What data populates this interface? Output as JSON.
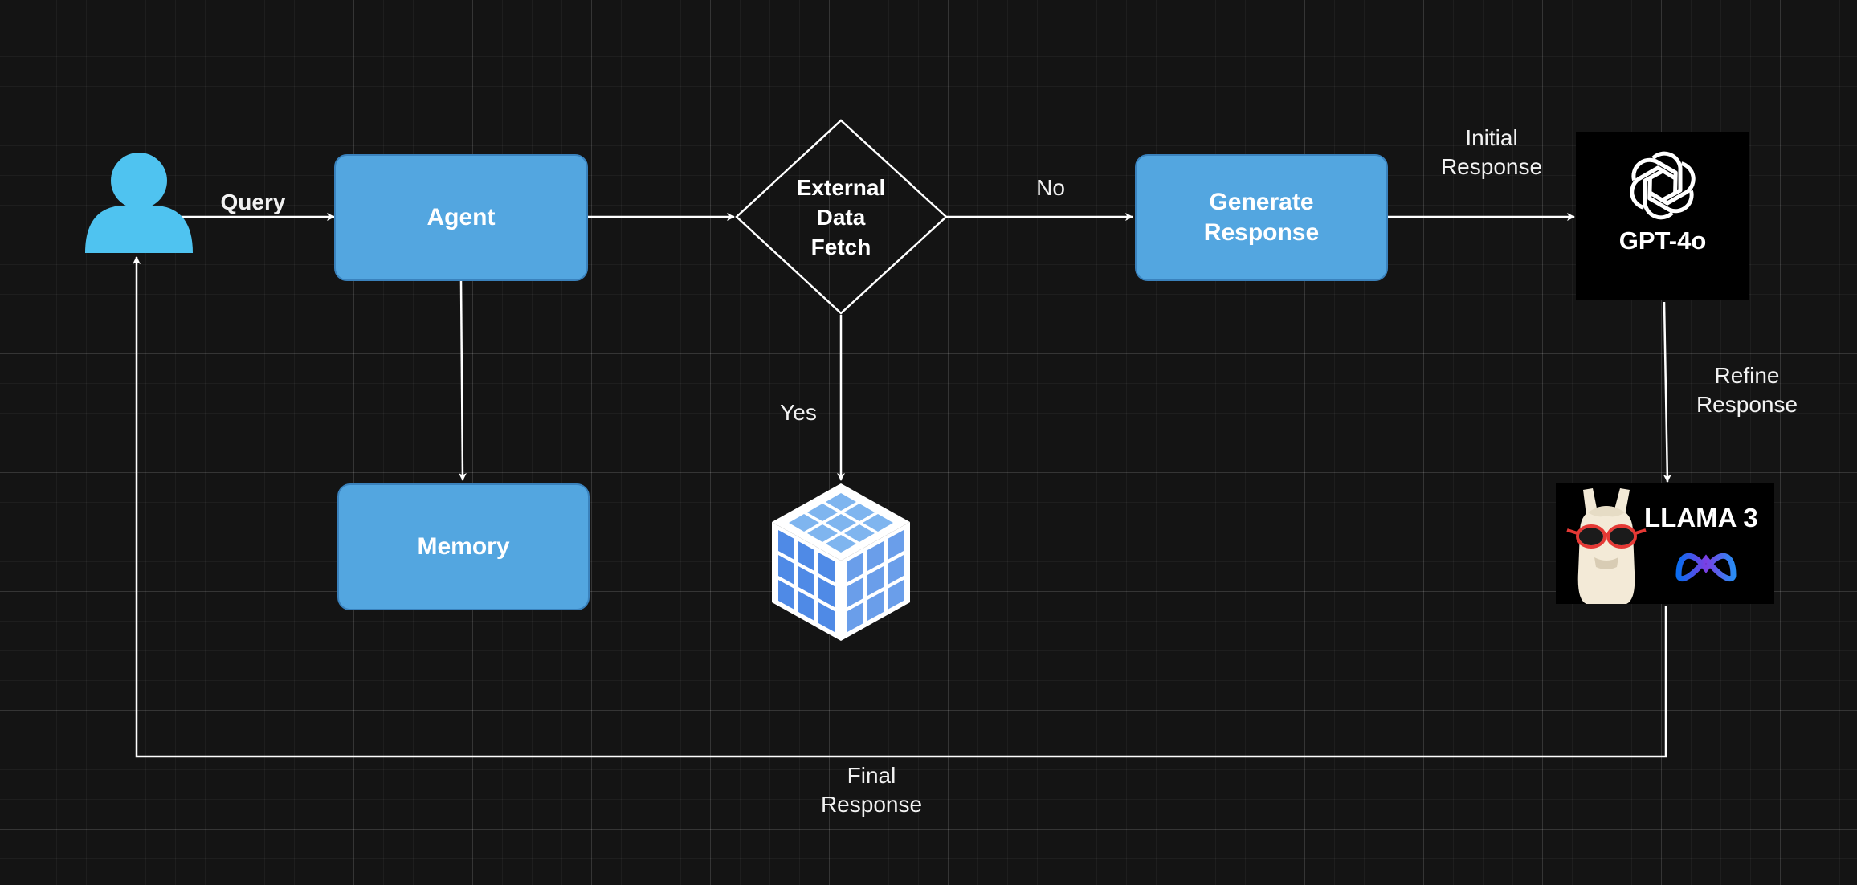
{
  "nodes": {
    "agent": "Agent",
    "memory": "Memory",
    "decision": "External\nData\nFetch",
    "generate": "Generate\nResponse",
    "gpt": "GPT-4o",
    "llama": "LLAMA 3"
  },
  "edges": {
    "query": "Query",
    "no": "No",
    "yes": "Yes",
    "initial_response": "Initial\nResponse",
    "refine_response": "Refine\nResponse",
    "final_response": "Final\nResponse"
  },
  "icons": {
    "user": "user-icon",
    "database": "database-cube-icon",
    "openai": "openai-logo-icon",
    "llama": "llama-mascot-icon",
    "meta": "meta-logo-icon"
  },
  "colors": {
    "background": "#141414",
    "box_fill": "#53a6e0",
    "user": "#4fc3f0",
    "arrow": "#ffffff"
  }
}
